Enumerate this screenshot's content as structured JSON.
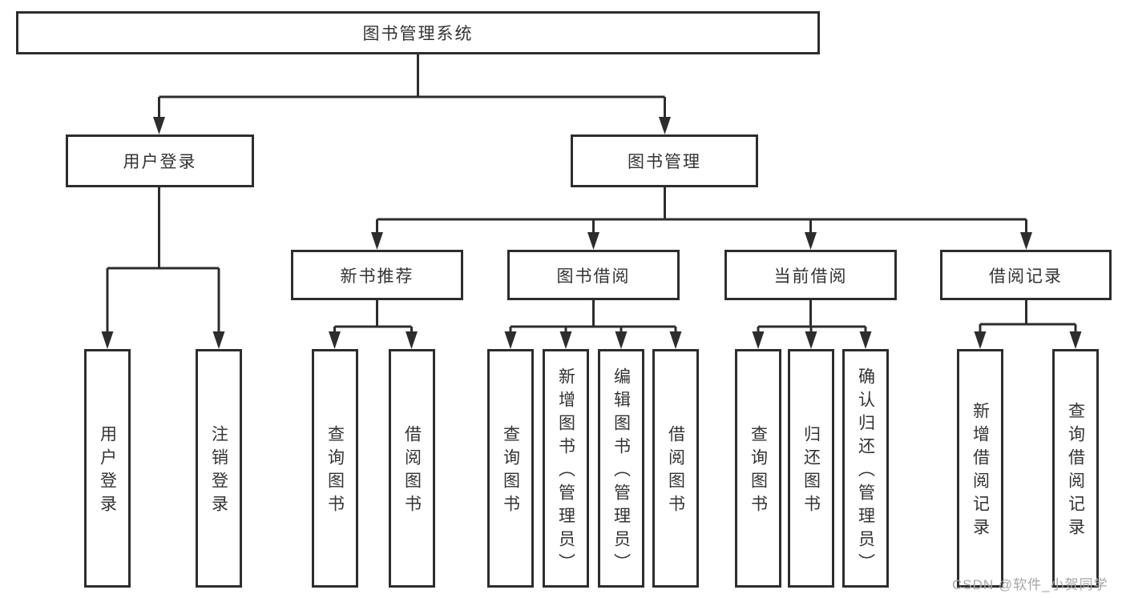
{
  "diagram": {
    "type": "hierarchy-tree",
    "tree": {
      "root": {
        "label": "图书管理系统",
        "children": [
          {
            "label": "用户登录",
            "children": [
              {
                "label": "用户登录"
              },
              {
                "label": "注销登录"
              }
            ]
          },
          {
            "label": "图书管理",
            "children": [
              {
                "label": "新书推荐",
                "children": [
                  {
                    "label": "查询图书"
                  },
                  {
                    "label": "借阅图书"
                  }
                ]
              },
              {
                "label": "图书借阅",
                "children": [
                  {
                    "label": "查询图书"
                  },
                  {
                    "label": "新增图书（管理员）"
                  },
                  {
                    "label": "编辑图书（管理员）"
                  },
                  {
                    "label": "借阅图书"
                  }
                ]
              },
              {
                "label": "当前借阅",
                "children": [
                  {
                    "label": "查询图书"
                  },
                  {
                    "label": "归还图书"
                  },
                  {
                    "label": "确认归还（管理员）"
                  }
                ]
              },
              {
                "label": "借阅记录",
                "children": [
                  {
                    "label": "新增借阅记录"
                  },
                  {
                    "label": "查询借阅记录"
                  }
                ]
              }
            ]
          }
        ]
      }
    },
    "colors": {
      "line": "#2d2d2d",
      "box_border": "#2d2d2d",
      "text": "#333333",
      "background": "#ffffff",
      "watermark": "#a6a6a6"
    }
  },
  "watermark": {
    "text": "CSDN @软件_小贺同学"
  }
}
